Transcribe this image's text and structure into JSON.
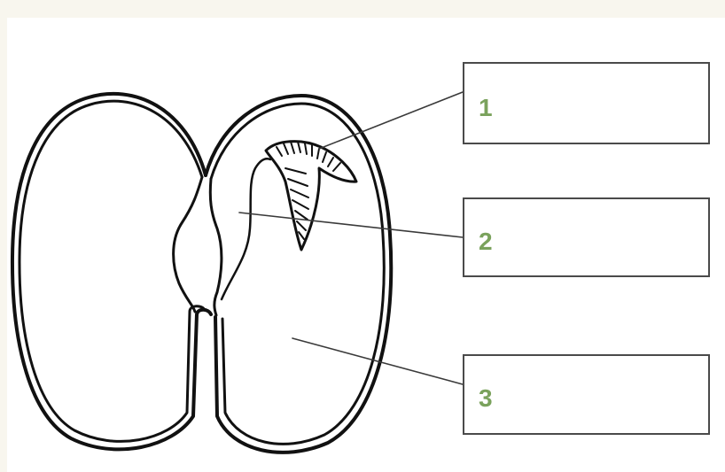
{
  "colors": {
    "label_number": "#7aa25c",
    "outline": "#111111",
    "background": "#f8f6ee"
  },
  "labels": [
    {
      "number": "1",
      "answer": ""
    },
    {
      "number": "2",
      "answer": ""
    },
    {
      "number": "3",
      "answer": ""
    }
  ]
}
